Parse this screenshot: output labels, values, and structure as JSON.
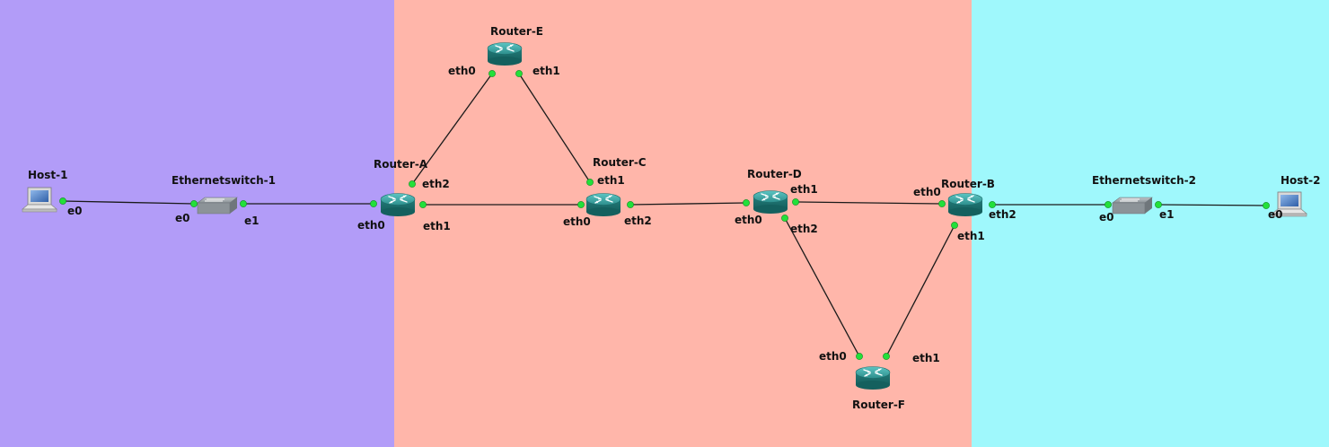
{
  "zones": [
    {
      "name": "zone-left",
      "color": "#b29cf8"
    },
    {
      "name": "zone-middle",
      "color": "#ffb6aa"
    },
    {
      "name": "zone-right",
      "color": "#9ff8fc"
    }
  ],
  "nodes": {
    "host1": {
      "label": "Host-1",
      "type": "host"
    },
    "sw1": {
      "label": "Ethernetswitch-1",
      "type": "switch"
    },
    "routerA": {
      "label": "Router-A",
      "type": "router"
    },
    "routerE": {
      "label": "Router-E",
      "type": "router"
    },
    "routerC": {
      "label": "Router-C",
      "type": "router"
    },
    "routerD": {
      "label": "Router-D",
      "type": "router"
    },
    "routerB": {
      "label": "Router-B",
      "type": "router"
    },
    "routerF": {
      "label": "Router-F",
      "type": "router"
    },
    "sw2": {
      "label": "Ethernetswitch-2",
      "type": "switch"
    },
    "host2": {
      "label": "Host-2",
      "type": "host"
    }
  },
  "ports": {
    "host1_e0": "e0",
    "sw1_e0": "e0",
    "sw1_e1": "e1",
    "routerA_eth0": "eth0",
    "routerA_eth1": "eth1",
    "routerA_eth2": "eth2",
    "routerE_eth0": "eth0",
    "routerE_eth1": "eth1",
    "routerC_eth0": "eth0",
    "routerC_eth1": "eth1",
    "routerC_eth2": "eth2",
    "routerD_eth0": "eth0",
    "routerD_eth1": "eth1",
    "routerD_eth2": "eth2",
    "routerB_eth0": "eth0",
    "routerB_eth1": "eth1",
    "routerB_eth2": "eth2",
    "routerF_eth0": "eth0",
    "routerF_eth1": "eth1",
    "sw2_e0": "e0",
    "sw2_e1": "e1",
    "host2_e0": "e0"
  },
  "links": [
    {
      "a": "Host-1 e0",
      "b": "Ethernetswitch-1 e0"
    },
    {
      "a": "Ethernetswitch-1 e1",
      "b": "Router-A eth0"
    },
    {
      "a": "Router-A eth2",
      "b": "Router-E eth0"
    },
    {
      "a": "Router-E eth1",
      "b": "Router-C eth1"
    },
    {
      "a": "Router-A eth1",
      "b": "Router-C eth0"
    },
    {
      "a": "Router-C eth2",
      "b": "Router-D eth0"
    },
    {
      "a": "Router-D eth1",
      "b": "Router-B eth0"
    },
    {
      "a": "Router-D eth2",
      "b": "Router-F eth0"
    },
    {
      "a": "Router-B eth1",
      "b": "Router-F eth1"
    },
    {
      "a": "Router-B eth2",
      "b": "Ethernetswitch-2 e0"
    },
    {
      "a": "Ethernetswitch-2 e1",
      "b": "Host-2 e0"
    }
  ],
  "colors": {
    "link": "#1a1a1a",
    "port": "#22e03a",
    "router": "#2f9c9a",
    "switch": "#8d9499",
    "host": "#5b86c6"
  }
}
